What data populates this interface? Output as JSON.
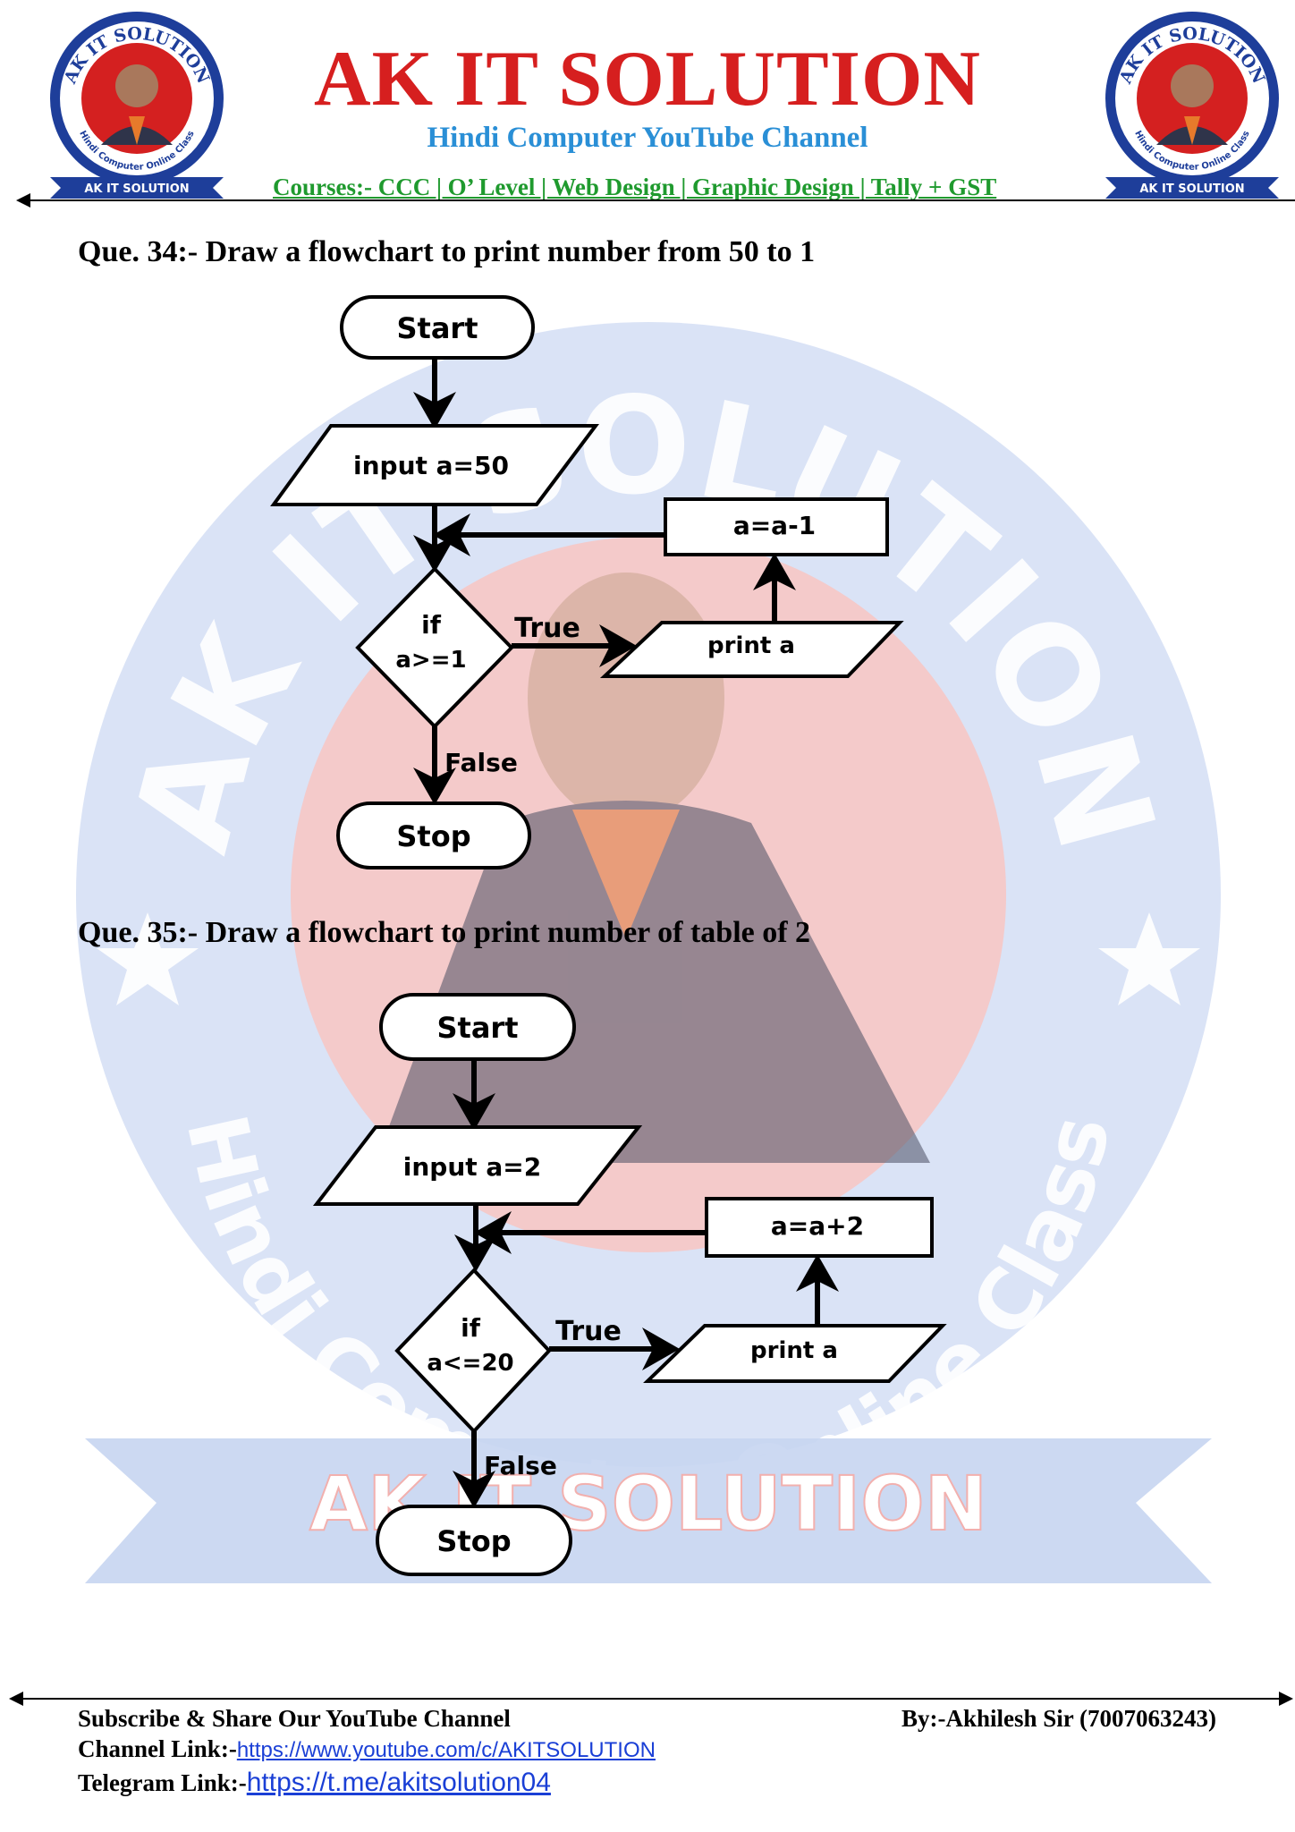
{
  "header": {
    "title": "AK IT SOLUTION",
    "subtitle": "Hindi Computer YouTube Channel",
    "courses": "Courses:- CCC | O’ Level | Web Design | Graphic Design | Tally + GST",
    "logo_ring_top": "AK IT SOLUTION",
    "logo_ring_bottom": "Hindi Computer Online Class",
    "logo_ribbon": "AK IT SOLUTION"
  },
  "watermark": {
    "ring_top": "AK IT SOLUTION",
    "ring_bottom": "Hindi Computer Online Class",
    "ribbon": "AK IT SOLUTION"
  },
  "q34": {
    "question": "Que. 34:- Draw a flowchart to print number from 50 to 1",
    "start": "Start",
    "input": "input a=50",
    "update": "a=a-1",
    "cond_line1": "if",
    "cond_line2": "a>=1",
    "true_label": "True",
    "print": "print a",
    "false_label": "False",
    "stop": "Stop"
  },
  "q35": {
    "question": "Que. 35:- Draw a flowchart to print number of table of 2",
    "start": "Start",
    "input": "input a=2",
    "update": "a=a+2",
    "cond_line1": "if",
    "cond_line2": "a<=20",
    "true_label": "True",
    "print": "print a",
    "false_label": "False",
    "stop": "Stop"
  },
  "footer": {
    "subscribe": "Subscribe & Share Our YouTube Channel",
    "channel_prefix": "Channel Link:-",
    "channel_url": "https://www.youtube.com/c/AKITSOLUTION",
    "telegram_prefix": "Telegram Link:-",
    "telegram_url": "https://t.me/akitsolution04",
    "byline": "By:-Akhilesh Sir (7007063243)"
  },
  "colors": {
    "title_red": "#d61f1f",
    "subtitle_blue": "#2a8fd6",
    "courses_green": "#1f9a2e",
    "link_blue": "#1a3fd6",
    "watermark_blue": "#d3def5",
    "watermark_red": "#f6c7c5"
  }
}
